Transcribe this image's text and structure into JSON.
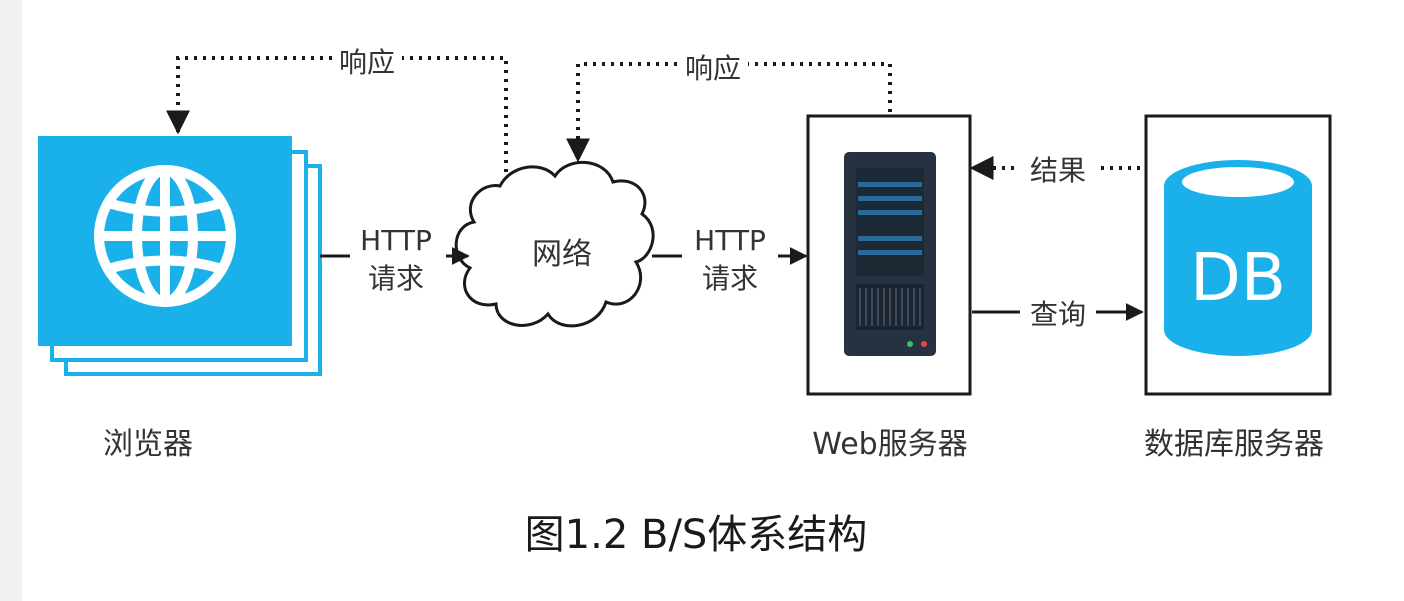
{
  "diagram": {
    "caption": "图1.2 B/S体系结构",
    "nodes": {
      "browser": {
        "label": "浏览器",
        "icon": "globe-icon",
        "color": "#1ab1ea"
      },
      "network": {
        "label": "网络",
        "icon": "cloud-icon"
      },
      "web_server": {
        "label": "Web服务器",
        "icon": "server-rack-icon"
      },
      "db_server": {
        "label": "数据库服务器",
        "icon": "database-icon",
        "db_text": "DB",
        "color": "#1ab1ea"
      }
    },
    "edges": {
      "request1": {
        "line1": "HTTP",
        "line2": "请求"
      },
      "request2": {
        "line1": "HTTP",
        "line2": "请求"
      },
      "response1": "响应",
      "response2": "响应",
      "result": "结果",
      "query": "查询"
    }
  }
}
